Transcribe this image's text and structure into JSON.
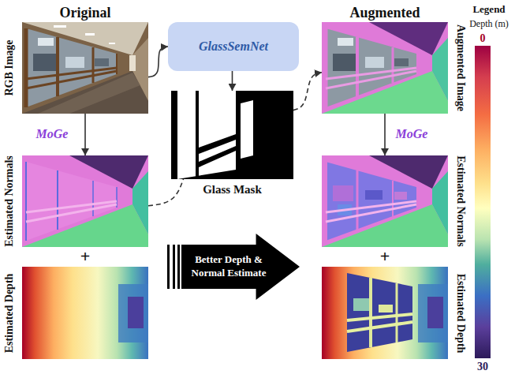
{
  "diagram": {
    "nodes": [
      {
        "text": [
          "RGB Image"
        ]
      },
      {
        "text": [
          "GlassSemNet"
        ]
      },
      {
        "text": [
          "Augmented Image"
        ]
      },
      {
        "text": [
          "Glass Mask"
        ]
      },
      {
        "text": [
          "Estimated Normals"
        ]
      },
      {
        "text": [
          "Estimated Normals"
        ]
      },
      {
        "text": [
          "Better Depth & Normal Estimate"
        ]
      },
      {
        "text": [
          "Estimated Depth"
        ]
      },
      {
        "text": [
          "Estimated Depth"
        ]
      }
    ],
    "edges": [
      {
        "from": 0,
        "to": 1,
        "arrow": "to"
      },
      {
        "from": 1,
        "to": 3,
        "arrow": "to"
      },
      {
        "from": 3,
        "to": 2,
        "arrow": "to"
      },
      {
        "from": 4,
        "to": 3,
        "arrow": "none"
      },
      {
        "from": 0,
        "to": 4,
        "label": "MoGe",
        "arrow": "to"
      },
      {
        "from": 2,
        "to": 5,
        "label": "MoGe",
        "arrow": "to"
      }
    ],
    "labels": [
      "Original",
      "Augmented",
      "Legend",
      "Depth (m)",
      "0",
      "30",
      "+",
      "+"
    ]
  }
}
